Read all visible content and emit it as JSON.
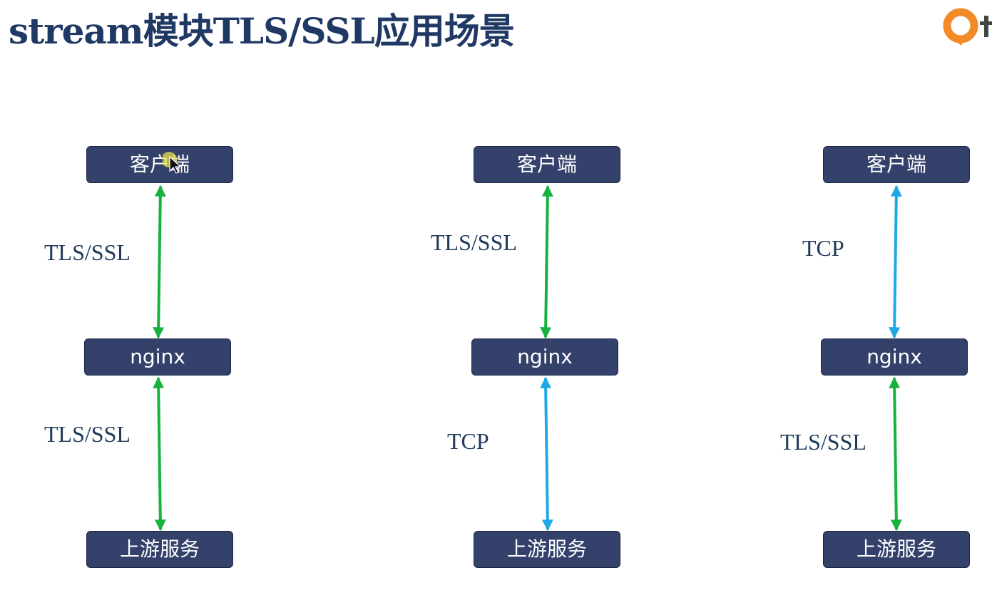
{
  "slide": {
    "title": "stream模块TLS/SSL应用场景"
  },
  "colors": {
    "title": "#1f3864",
    "node_fill": "#33416b",
    "tls_link": "#16b13f",
    "tcp_link": "#1ea9e6",
    "label_text": "#1f3a5a",
    "logo_orange": "#f28a28"
  },
  "scenarios": [
    {
      "client": "客户端",
      "proxy": "nginx",
      "upstream": "上游服务",
      "client_link": {
        "protocol": "TLS/SSL",
        "kind": "tls"
      },
      "upstream_link": {
        "protocol": "TLS/SSL",
        "kind": "tls"
      }
    },
    {
      "client": "客户端",
      "proxy": "nginx",
      "upstream": "上游服务",
      "client_link": {
        "protocol": "TLS/SSL",
        "kind": "tls"
      },
      "upstream_link": {
        "protocol": "TCP",
        "kind": "tcp"
      }
    },
    {
      "client": "客户端",
      "proxy": "nginx",
      "upstream": "上游服务",
      "client_link": {
        "protocol": "TCP",
        "kind": "tcp"
      },
      "upstream_link": {
        "protocol": "TLS/SSL",
        "kind": "tls"
      }
    }
  ],
  "icons": {
    "logo": "orange-circle-logo-icon",
    "cursor": "mouse-pointer-icon"
  }
}
